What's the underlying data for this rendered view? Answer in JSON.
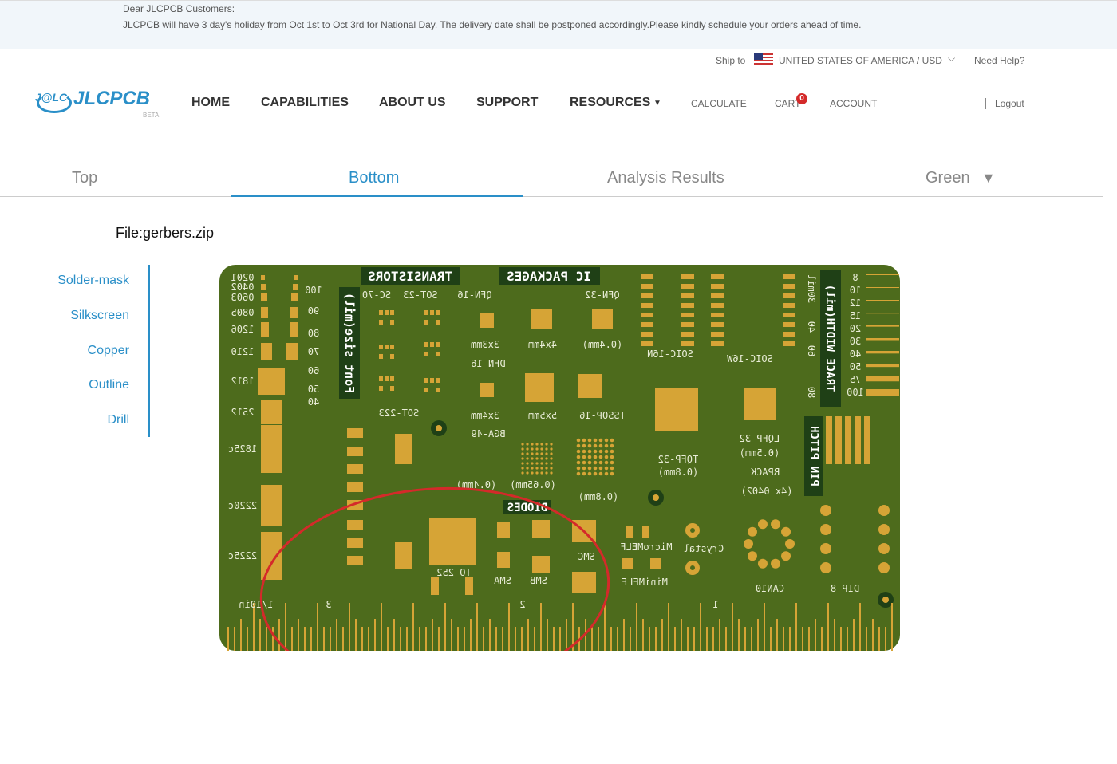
{
  "notice": {
    "line1": "Dear JLCPCB Customers:",
    "line2": "JLCPCB will have 3 day's holiday from Oct 1st to Oct 3rd for National Day. The delivery date shall be postponed accordingly.Please kindly schedule your orders ahead of time."
  },
  "topbar": {
    "ship_to": "Ship to",
    "country": "UNITED STATES OF AMERICA / USD",
    "help": "Need Help?"
  },
  "logo": {
    "text": "JLCPCB",
    "mark": "J@LC",
    "beta": "BETA"
  },
  "nav": {
    "items": [
      "HOME",
      "CAPABILITIES",
      "ABOUT US",
      "SUPPORT",
      "RESOURCES"
    ],
    "calculate": "CALCULATE",
    "cart": "CART",
    "cart_count": "0",
    "account": "ACCOUNT",
    "logout": "Logout"
  },
  "tabs": {
    "items": [
      "Top",
      "Bottom",
      "Analysis Results"
    ],
    "active": "Bottom",
    "color_select": "Green"
  },
  "file": "File:gerbers.zip",
  "layers": [
    "Solder-mask",
    "Silkscreen",
    "Copper",
    "Outline",
    "Drill"
  ],
  "colors": {
    "accent": "#2a8fc8",
    "board": "#4d6b1c",
    "pad": "#d6a436",
    "highlight": "#d42a2a"
  },
  "pcb": {
    "sizes": [
      "0201",
      "0402",
      "0603",
      "0805",
      "1206",
      "1210",
      "1812",
      "2512",
      "1825c",
      "2220c",
      "2225c"
    ],
    "font_sizes": [
      "100",
      "90",
      "80",
      "70",
      "60",
      "50",
      "40"
    ],
    "font_label": "Font size(mil)",
    "transistors": "TRANSISTORS",
    "ic_packages": "IC PACKAGES",
    "labels": [
      "SC-70",
      "SOT-23",
      "QFN-16",
      "QFN-32",
      "3x3mm",
      "4x4mm",
      "(0.4mm)",
      "DFN-16",
      "3x4mm",
      "5x5mm",
      "TSSOP-16",
      "SOIC-16N",
      "SOIC-16W",
      "SOT-223",
      "BGA-49",
      "(0.4mm)",
      "(0.65mm)",
      "(0.8mm)",
      "TQFP-32",
      "(0.8mm)",
      "LQFP-32",
      "(0.5mm)",
      "RPACK",
      "(4x 0402)",
      "TO-252",
      "SMA",
      "SMB",
      "SMC",
      "MicroMELF",
      "MiniMELF",
      "Crystal",
      "CAN10",
      "DIP-8"
    ],
    "diodes": "DIODES",
    "pin_pitch": "PIN PITCH",
    "trace_width": "TRACE WIDTH(mil)",
    "trace_values": [
      "8",
      "10",
      "12",
      "15",
      "20",
      "30",
      "40",
      "50",
      "75",
      "100"
    ],
    "drill": [
      "30mil",
      "40",
      "60",
      "80"
    ],
    "ruler": [
      "1/10in",
      "3",
      "2",
      "1"
    ]
  }
}
